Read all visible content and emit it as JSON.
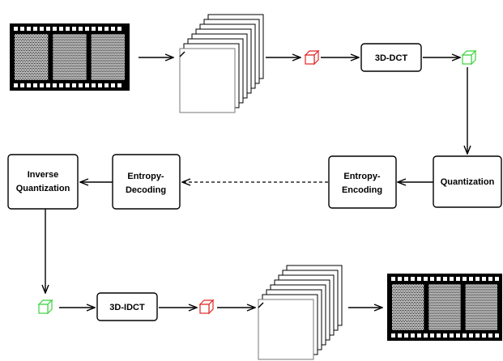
{
  "nodes": {
    "dct": {
      "label": "3D-DCT"
    },
    "quantization": {
      "label": "Quantization"
    },
    "entropy_encoding": {
      "line1": "Entropy-",
      "line2": "Encoding"
    },
    "entropy_decoding": {
      "line1": "Entropy-",
      "line2": "Decoding"
    },
    "inverse_quantization": {
      "line1": "Inverse",
      "line2": "Quantization"
    },
    "idct": {
      "label": "3D-IDCT"
    }
  },
  "colors": {
    "cube_input": "#e32626",
    "cube_coefficients": "#3cd23c",
    "line": "#000000"
  },
  "icons": [
    "film-strip-icon",
    "frame-stack-icon",
    "cube-icon"
  ]
}
